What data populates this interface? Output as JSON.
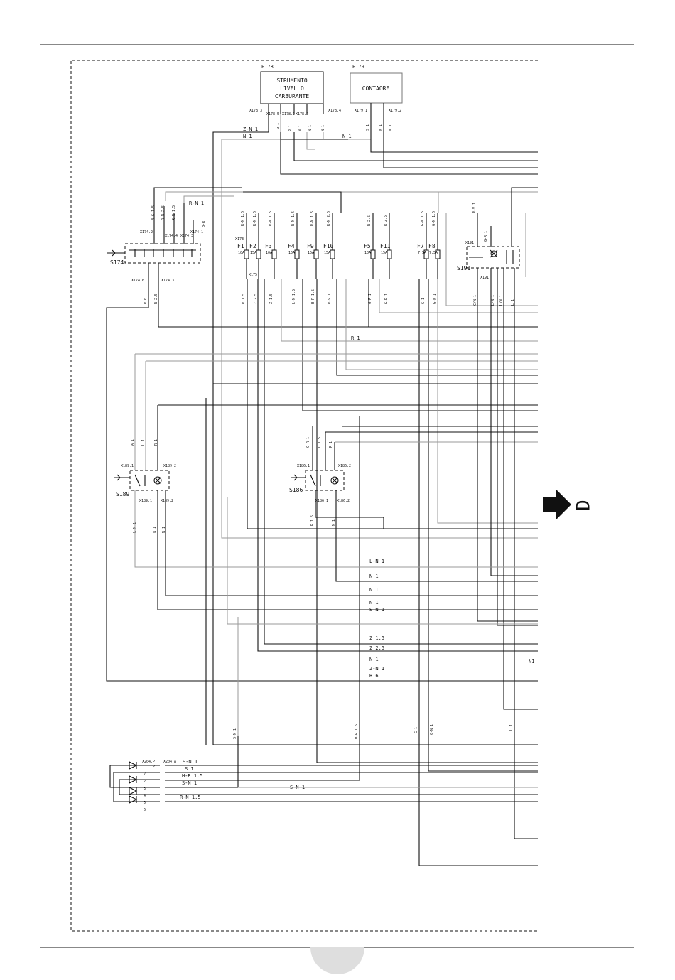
{
  "instruments": {
    "p178": {
      "ref": "P178",
      "lines": [
        "STRUMENTO",
        "LIVELLO",
        "CARBURANTE"
      ],
      "terminals": [
        "X178.3",
        "X178.5",
        "X178.1",
        "X178.2",
        "X178.4"
      ],
      "wires": [
        "G 1",
        "R 1",
        "N 1",
        "N 1",
        "N 1"
      ]
    },
    "p179": {
      "ref": "P179",
      "lines": [
        "CONTAORE"
      ],
      "terminals": [
        "X179.1",
        "X179.2"
      ],
      "wires": [
        "S 1",
        "N 1",
        "N 1"
      ]
    }
  },
  "top_wires": {
    "zn": "Z-N 1",
    "n1": "N 1",
    "n1b": "N 1"
  },
  "s174": {
    "ref": "S174",
    "terminals": [
      "X174.2",
      "X174.4",
      "X174.3",
      "X174.1"
    ],
    "wires": [
      "B-G 1.5",
      "R-N 2.5",
      "R-N 1.5",
      "R-N 1",
      "B-R"
    ],
    "bottom_terminals": [
      "X174.6",
      "X174.3"
    ],
    "bottom_wires": [
      "R 6",
      "R 2.5"
    ]
  },
  "fuses": {
    "x173": "X173",
    "x175": "X175",
    "items": [
      {
        "ref": "F1",
        "rating": "10A",
        "top_wire": "R-N 1.5",
        "bottom_wire": "R 1.5"
      },
      {
        "ref": "F2",
        "rating": "15A",
        "top_wire": "R-N 1.5",
        "bottom_wire": "Z 2.5"
      },
      {
        "ref": "F3",
        "rating": "10A",
        "top_wire": "R-N 1.5",
        "bottom_wire": "Z 1.5"
      },
      {
        "ref": "F4",
        "rating": "15A",
        "top_wire": "R-N 1.5",
        "bottom_wire": "L-N 1.5"
      },
      {
        "ref": "F9",
        "rating": "15A",
        "top_wire": "R-N 1.5",
        "bottom_wire": "H-R 1.5"
      },
      {
        "ref": "F10",
        "rating": "15A",
        "top_wire": "R-N 2.5",
        "bottom_wire": "R-V 1"
      },
      {
        "ref": "F5",
        "rating": "10A",
        "top_wire": "R 2.5",
        "bottom_wire": "G-R 1"
      },
      {
        "ref": "F11",
        "rating": "15A",
        "top_wire": "R 2.5",
        "bottom_wire": "G-R 1"
      },
      {
        "ref": "F7",
        "rating": "7.5A",
        "top_wire": "G-N 1.5",
        "bottom_wire": "G 1"
      },
      {
        "ref": "F8",
        "rating": "7.5A",
        "top_wire": "G-N 1.5",
        "bottom_wire": "G-N 1"
      }
    ]
  },
  "mid_wires": {
    "r1": "R 1",
    "rv1": "R-V 1",
    "cn1": "C/N 1",
    "ln1": "L-N 1",
    "ln1b": "L/N 1",
    "l1": "L 1",
    "gr1": "G-R 1"
  },
  "s191": {
    "ref": "S191",
    "terminals": [
      "X191",
      "X191"
    ]
  },
  "s189": {
    "ref": "S189",
    "top_terminals": [
      "X189.1",
      "X189.2"
    ],
    "bottom_terminals": [
      "X189.1",
      "X189.2"
    ],
    "top_wires": [
      "A 1",
      "L 1",
      "R 1"
    ],
    "bottom_wires": [
      "L-N 1",
      "N 1",
      "N 1"
    ]
  },
  "s186": {
    "ref": "S186",
    "top_terminals": [
      "X186.1",
      "X186.2"
    ],
    "bottom_terminals": [
      "X186.1",
      "X186.2"
    ],
    "top_wires": [
      "G-R 1",
      "C 1.5",
      "R 1"
    ],
    "bottom_wires": [
      "R 1.5",
      "N 1"
    ]
  },
  "bus": [
    {
      "label": "L-N 1"
    },
    {
      "label": "N 1"
    },
    {
      "label": "N 1"
    },
    {
      "label": "N 1"
    },
    {
      "label": "S-N 1"
    },
    {
      "label": "Z 1.5"
    },
    {
      "label": "Z 2.5"
    },
    {
      "label": "N 1"
    },
    {
      "label": "Z-N 1"
    },
    {
      "label": "R 6"
    }
  ],
  "bus_extra": {
    "n1_right": "N1"
  },
  "vertical_wires": {
    "sn1": "S-N 1",
    "hr15": "H-R 1.5",
    "g1": "G 1",
    "gn1": "G-N 1",
    "l1": "L 1"
  },
  "x204": {
    "terminals": [
      "X204.P",
      "X204.A"
    ],
    "pins": [
      "P",
      "7",
      "2",
      "3",
      "4",
      "5",
      "6"
    ],
    "wires": [
      "S-N 1",
      "S 1",
      "H-R 1.5",
      "S-N 1",
      "R-N 1.5"
    ],
    "long_wire": "S-N 1"
  },
  "connector": {
    "letter": "D"
  }
}
